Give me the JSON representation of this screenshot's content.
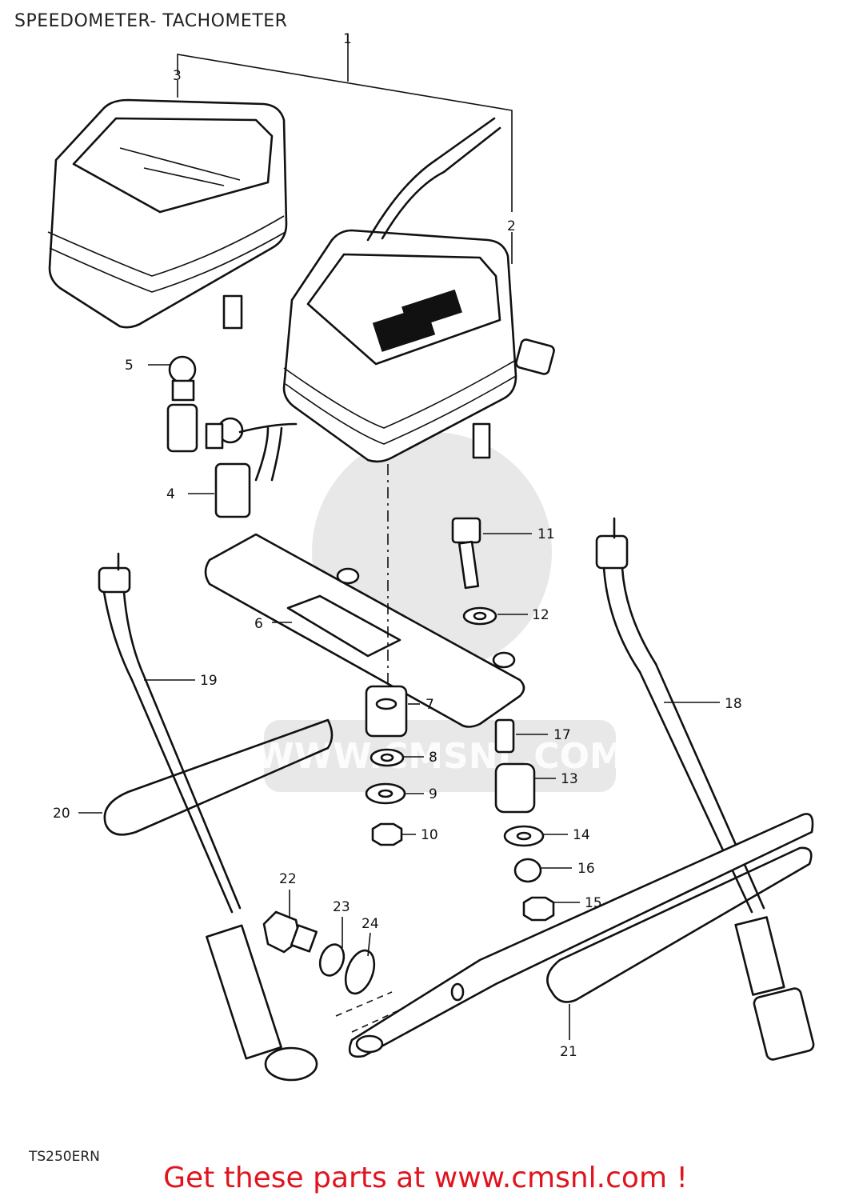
{
  "title": "SPEEDOMETER- TACHOMETER",
  "model_code": "TS250ERN",
  "promo_text": "Get these parts at www.cmsnl.com !",
  "watermark_text": "WWW.CMSNL.COM",
  "colors": {
    "promo": "#e0141e",
    "ink": "#111111",
    "watermark": "#d6d6d6"
  },
  "callouts": {
    "c1": "1",
    "c2": "2",
    "c3": "3",
    "c4": "4",
    "c5": "5",
    "c6": "6",
    "c7": "7",
    "c8": "8",
    "c9": "9",
    "c10": "10",
    "c11": "11",
    "c12": "12",
    "c13": "13",
    "c14": "14",
    "c15": "15",
    "c16": "16",
    "c17": "17",
    "c18": "18",
    "c19": "19",
    "c20": "20",
    "c21": "21",
    "c22": "22",
    "c23": "23",
    "c24": "24"
  }
}
